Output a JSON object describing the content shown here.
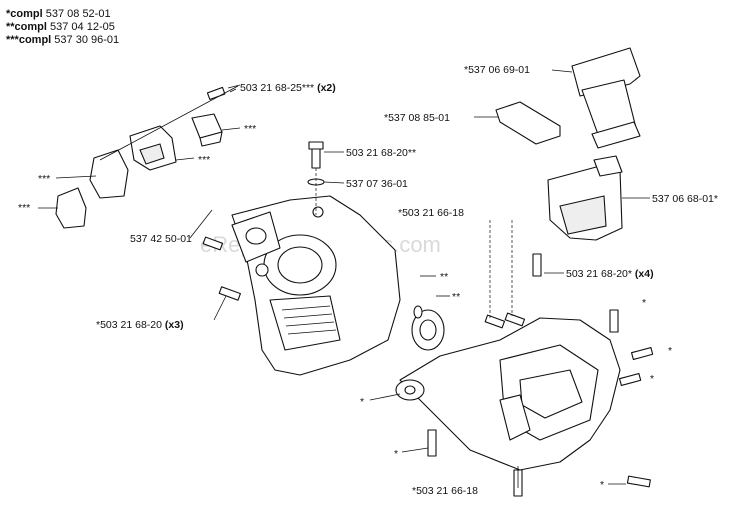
{
  "header": {
    "line1_prefix": "*compl",
    "line1_value": " 537 08 52-01",
    "line2_prefix": "**compl",
    "line2_value": " 537 04 12-05",
    "line3_prefix": "***compl",
    "line3_value": " 537 30 96-01"
  },
  "watermark": "eReplacementParts.com",
  "labels": {
    "l1": "503 21 68-25***",
    "l1q": " (x2)",
    "l2": "***",
    "l3": "***",
    "l4": "***",
    "l5": "***",
    "l6": "503 21 68-20**",
    "l7": "537 07 36-01",
    "l8": "537 42 50-01",
    "l9": "*537 06 69-01",
    "l10": "*537 08 85-01",
    "l11": "537 06 68-01*",
    "l12": "*503 21 66-18",
    "l13": "503 21 68-20*",
    "l13q": " (x4)",
    "l14": "**",
    "l15": "**",
    "l16": "*503 21 68-20",
    "l16q": " (x3)",
    "l17": "*",
    "l18": "*",
    "l19": "*",
    "l20": "*",
    "l21": "*",
    "l22": "*503 21 66-18",
    "l23": "*"
  }
}
